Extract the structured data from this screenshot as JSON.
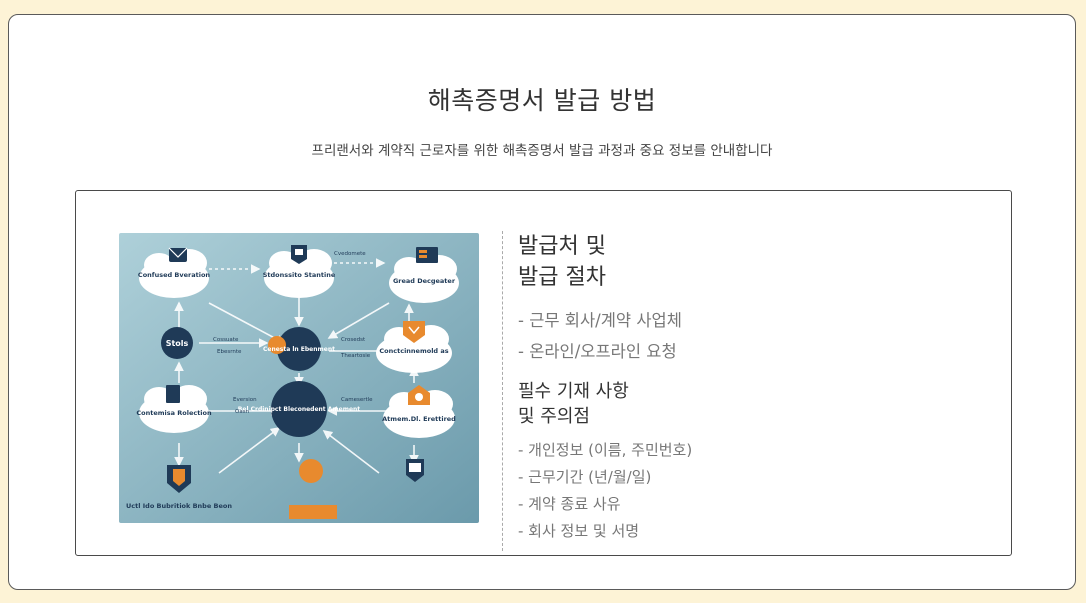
{
  "header": {
    "title": "해촉증명서 발급 방법",
    "subtitle": "프리랜서와 계약직 근로자를 위한 해촉증명서 발급 과정과 중요 정보를 안내합니다"
  },
  "illustration": {
    "labels": [
      "Confused Bveration",
      "Stdonssito Stantine",
      "Gread Decgeater",
      "Conctcinnemold as",
      "Cenesta ln Ebenment",
      "Bel Crdinipct Bleconedent Amement",
      "Contemisa Rolection",
      "Atmem.Dl. Erettired",
      "Uctl Ido Bubritiok Bnbe Beon",
      "Stols"
    ],
    "small_labels": [
      "Cvedomete",
      "Crosedst",
      "Cossuate",
      "Ebesrnte",
      "Eversion",
      "Oasn",
      "Camesertle",
      "Theartosie"
    ],
    "colors": {
      "bg_top": "#a9ccd6",
      "bg_bottom": "#6f9eae",
      "node_dark": "#1f3a57",
      "accent_orange": "#e88a2e"
    }
  },
  "section1": {
    "heading": "발급처 및\n발급 절차",
    "heading_line1": "발급처 및",
    "heading_line2": "발급 절차",
    "items": [
      "- 근무 회사/계약 사업체",
      "- 온라인/오프라인 요청"
    ]
  },
  "section2": {
    "heading_line1": "필수 기재 사항",
    "heading_line2": "및 주의점",
    "items": [
      "- 개인정보 (이름, 주민번호)",
      "- 근무기간 (년/월/일)",
      "- 계약 종료 사유",
      "- 회사 정보 및 서명"
    ]
  }
}
